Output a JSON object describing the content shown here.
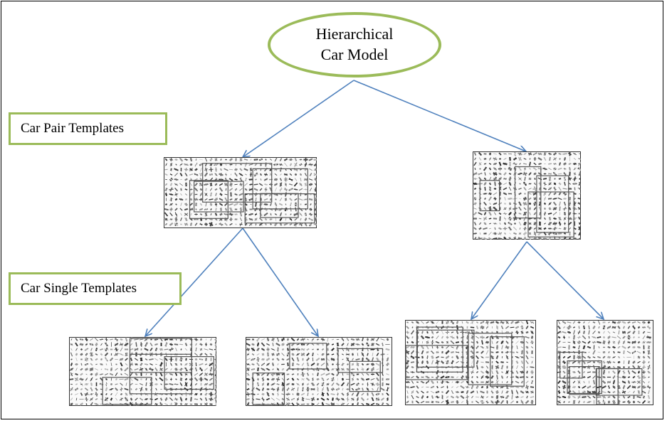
{
  "root": {
    "line1": "Hierarchical",
    "line2": "Car Model"
  },
  "labels": {
    "pair": "Car Pair Templates",
    "single": "Car Single Templates"
  },
  "colors": {
    "border_green": "#9bbb59",
    "arrow_blue": "#4f81bd",
    "ink": "#111111"
  }
}
